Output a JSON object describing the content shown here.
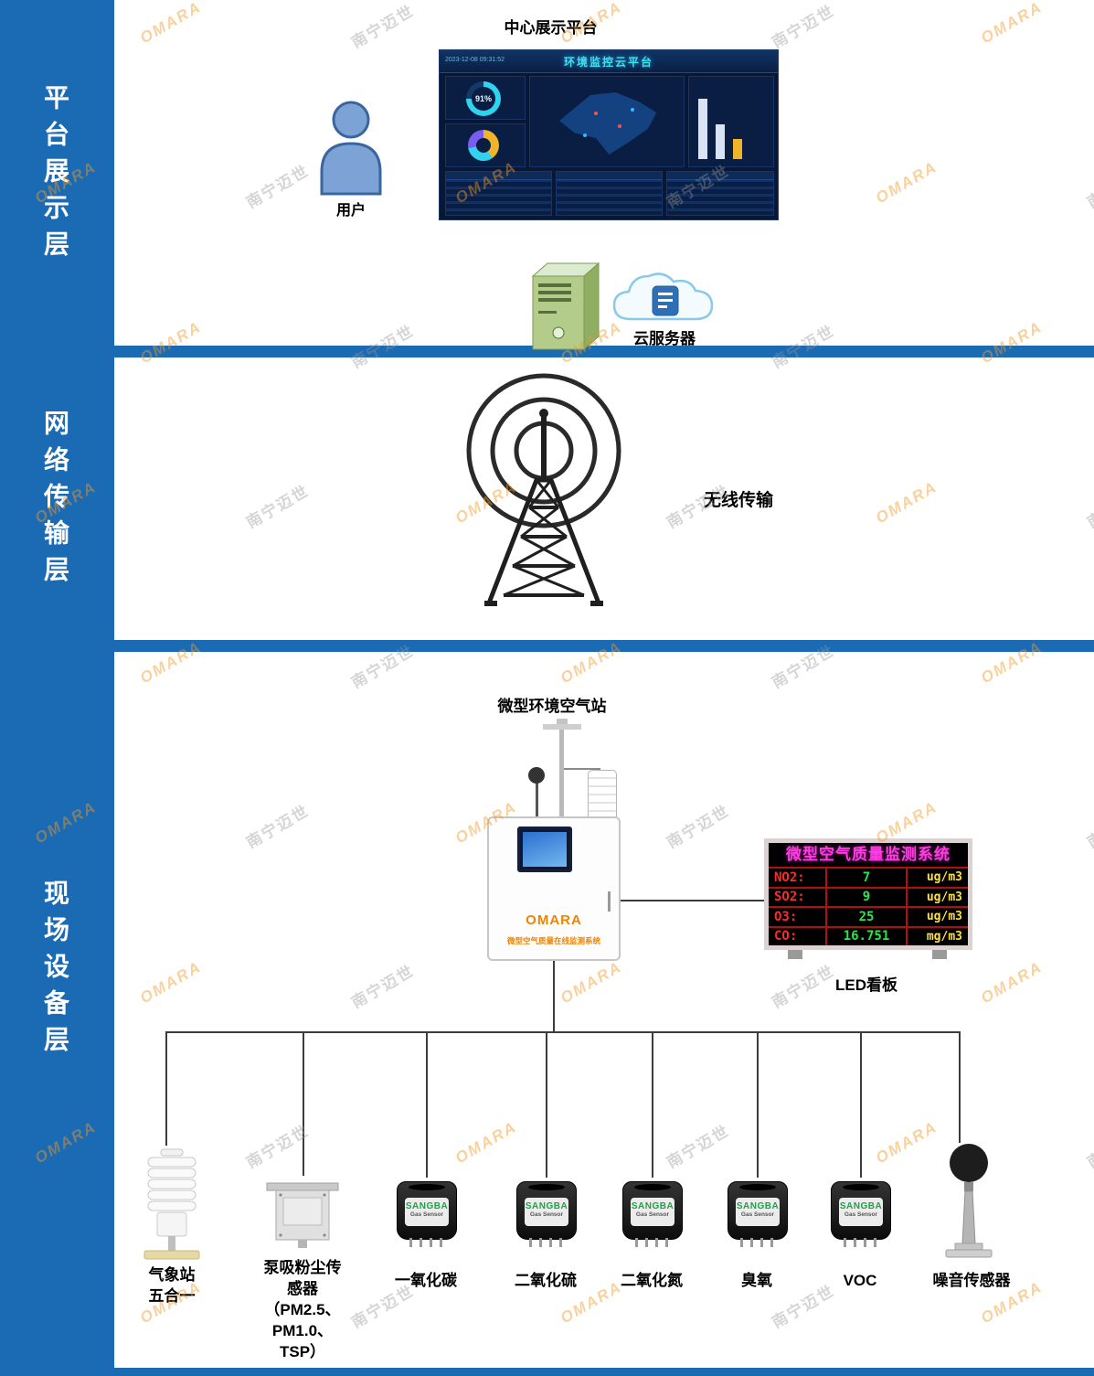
{
  "watermarks": {
    "brand_cn": "南宁迈世",
    "brand_en": "OMARA"
  },
  "sidebar": {
    "layers": [
      "平台展示层",
      "网络传输层",
      "现场设备层"
    ]
  },
  "platform": {
    "title": "中心展示平台",
    "user_label": "用户",
    "dashboard": {
      "title": "环境监控云平台",
      "datetime": "2023-12-08 09:31:52",
      "gauge_value": "91%"
    },
    "cloud_label": "云服务器"
  },
  "network": {
    "label": "无线传输"
  },
  "field": {
    "title": "微型环境空气站",
    "station": {
      "brand": "OMARA",
      "caption": "微型空气质量在线监测系统"
    },
    "gas_brand": "SANGBA",
    "gas_sub": "Gas Sensor",
    "led_board": {
      "title": "微型空气质量监测系统",
      "caption": "LED看板",
      "rows": [
        {
          "label": "NO2:",
          "value": "7",
          "unit": "ug/m3"
        },
        {
          "label": "SO2:",
          "value": "9",
          "unit": "ug/m3"
        },
        {
          "label": "O3:",
          "value": "25",
          "unit": "ug/m3"
        },
        {
          "label": "CO:",
          "value": "16.751",
          "unit": "mg/m3"
        }
      ]
    },
    "devices": [
      {
        "label": "气象站\n五合一"
      },
      {
        "label": "泵吸粉尘传感器\n（PM2.5、\nPM1.0、\nTSP）"
      },
      {
        "label": "一氧化碳"
      },
      {
        "label": "二氧化硫"
      },
      {
        "label": "二氧化氮"
      },
      {
        "label": "臭氧"
      },
      {
        "label": "VOC"
      },
      {
        "label": "噪音传感器"
      }
    ]
  }
}
